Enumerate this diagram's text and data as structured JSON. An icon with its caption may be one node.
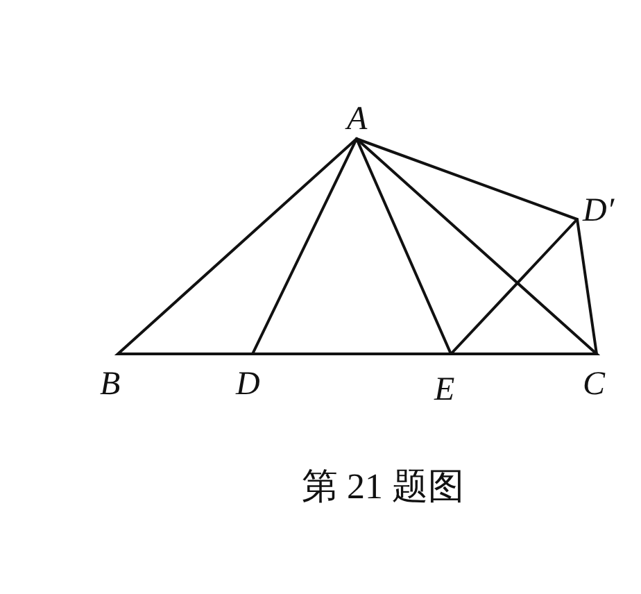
{
  "diagram": {
    "caption": "第 21 题图",
    "labels": [
      "A",
      "D′",
      "B",
      "D",
      "E",
      "C"
    ]
  }
}
